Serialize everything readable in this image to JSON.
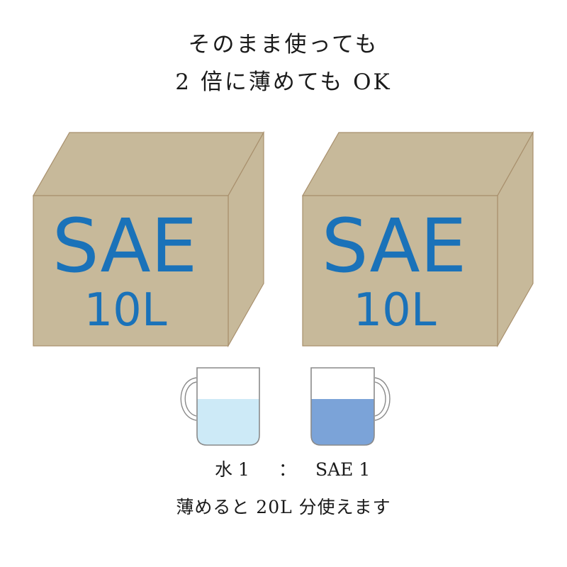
{
  "title": {
    "line1": "そのまま使っても",
    "line2": "2 倍に薄めても OK"
  },
  "boxes": [
    {
      "name": "SAE",
      "volume": "10L"
    },
    {
      "name": "SAE",
      "volume": "10L"
    }
  ],
  "cups": [
    {
      "label": "water-cup",
      "handle_side": "left",
      "liquid_color": "#cdeaf7"
    },
    {
      "label": "sae-cup",
      "handle_side": "right",
      "liquid_color": "#7ba3d8"
    }
  ],
  "ratio": {
    "water": "水 1",
    "separator": "：",
    "sae": "SAE 1"
  },
  "footer": "薄めると 20L 分使えます",
  "colors": {
    "box_fill": "#c7b99a",
    "box_edge": "#a88f6c",
    "label_blue": "#1a72b9",
    "cup_outline": "#8a8a8a"
  }
}
